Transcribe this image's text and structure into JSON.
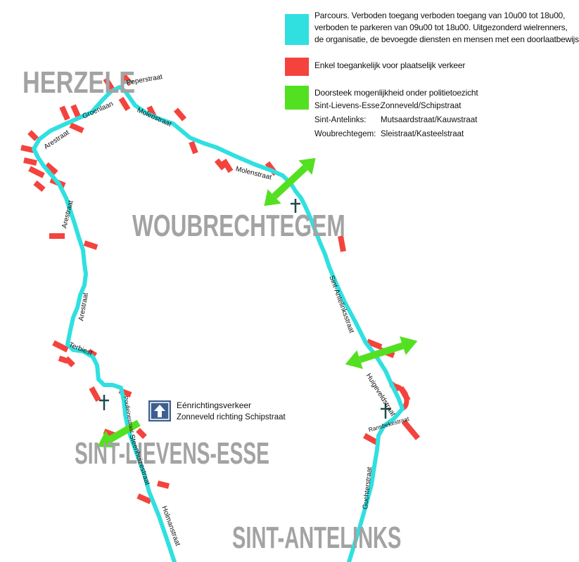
{
  "legend": {
    "course": {
      "color": "#30e0e0",
      "text_lines": [
        "Parcours. Verboden toegang verboden toegang van 10u00 tot 18u00,",
        "verboden te parkeren van 09u00 tot 18u00. Uitgezonderd wielrenners,",
        "de organisatie, de bevoegde diensten en mensen met een doorlaatbewijs"
      ]
    },
    "local_traffic": {
      "color": "#f4433d",
      "text": "Enkel toegankelijk voor plaatselijk verkeer"
    },
    "passage": {
      "color": "#53e021",
      "text": "Doorsteek mogenlijkheid onder politietoezicht",
      "items": [
        {
          "place": "Sint-Lievens-Esse:",
          "streets": "Zonneveld/Schipstraat"
        },
        {
          "place": "Sint-Antelinks:",
          "streets": "Mutsaardstraat/Kauwstraat"
        },
        {
          "place": "Woubrechtegem:",
          "streets": "Sleistraat/Kasteelstraat"
        }
      ]
    }
  },
  "towns": [
    "HERZELE",
    "WOUBRECHTEGEM",
    "SINT-LIEVENS-ESSE",
    "SINT-ANTELINKS"
  ],
  "streets": {
    "peperstraat": "Peperstraat",
    "groenlaan": "Groenlaan",
    "molenstraat_1": "Molenstraat",
    "molenstraat_2": "Molenstraat",
    "arestraat_1": "Arestraat",
    "arestraat_2": "Arestraat",
    "arestraat_3": "Arestraat",
    "terbiest": "Terbiest",
    "steenhuizestraat": "Steenhuizestraat",
    "holmanstraat": "Holmanstraat",
    "sint_antelinksstraat": "Sint-Antelinksstraat",
    "huigeveldstraat": "Huigeveldstraat",
    "ransbekestraat": "Ransbekestraat",
    "guchterstraat": "Guchterstraat",
    "small_left": "Poulleinestraat"
  },
  "one_way": {
    "title": "Eénrichtingsverkeer",
    "subtitle": "Zonneveld richting Schipstraat",
    "icon": "arrow-up-icon",
    "icon_color": "#3d5f8f"
  },
  "route_color": "#30e0e0",
  "block_color": "#f4433d",
  "passage_color": "#53e021",
  "church_icon": "cross-icon"
}
